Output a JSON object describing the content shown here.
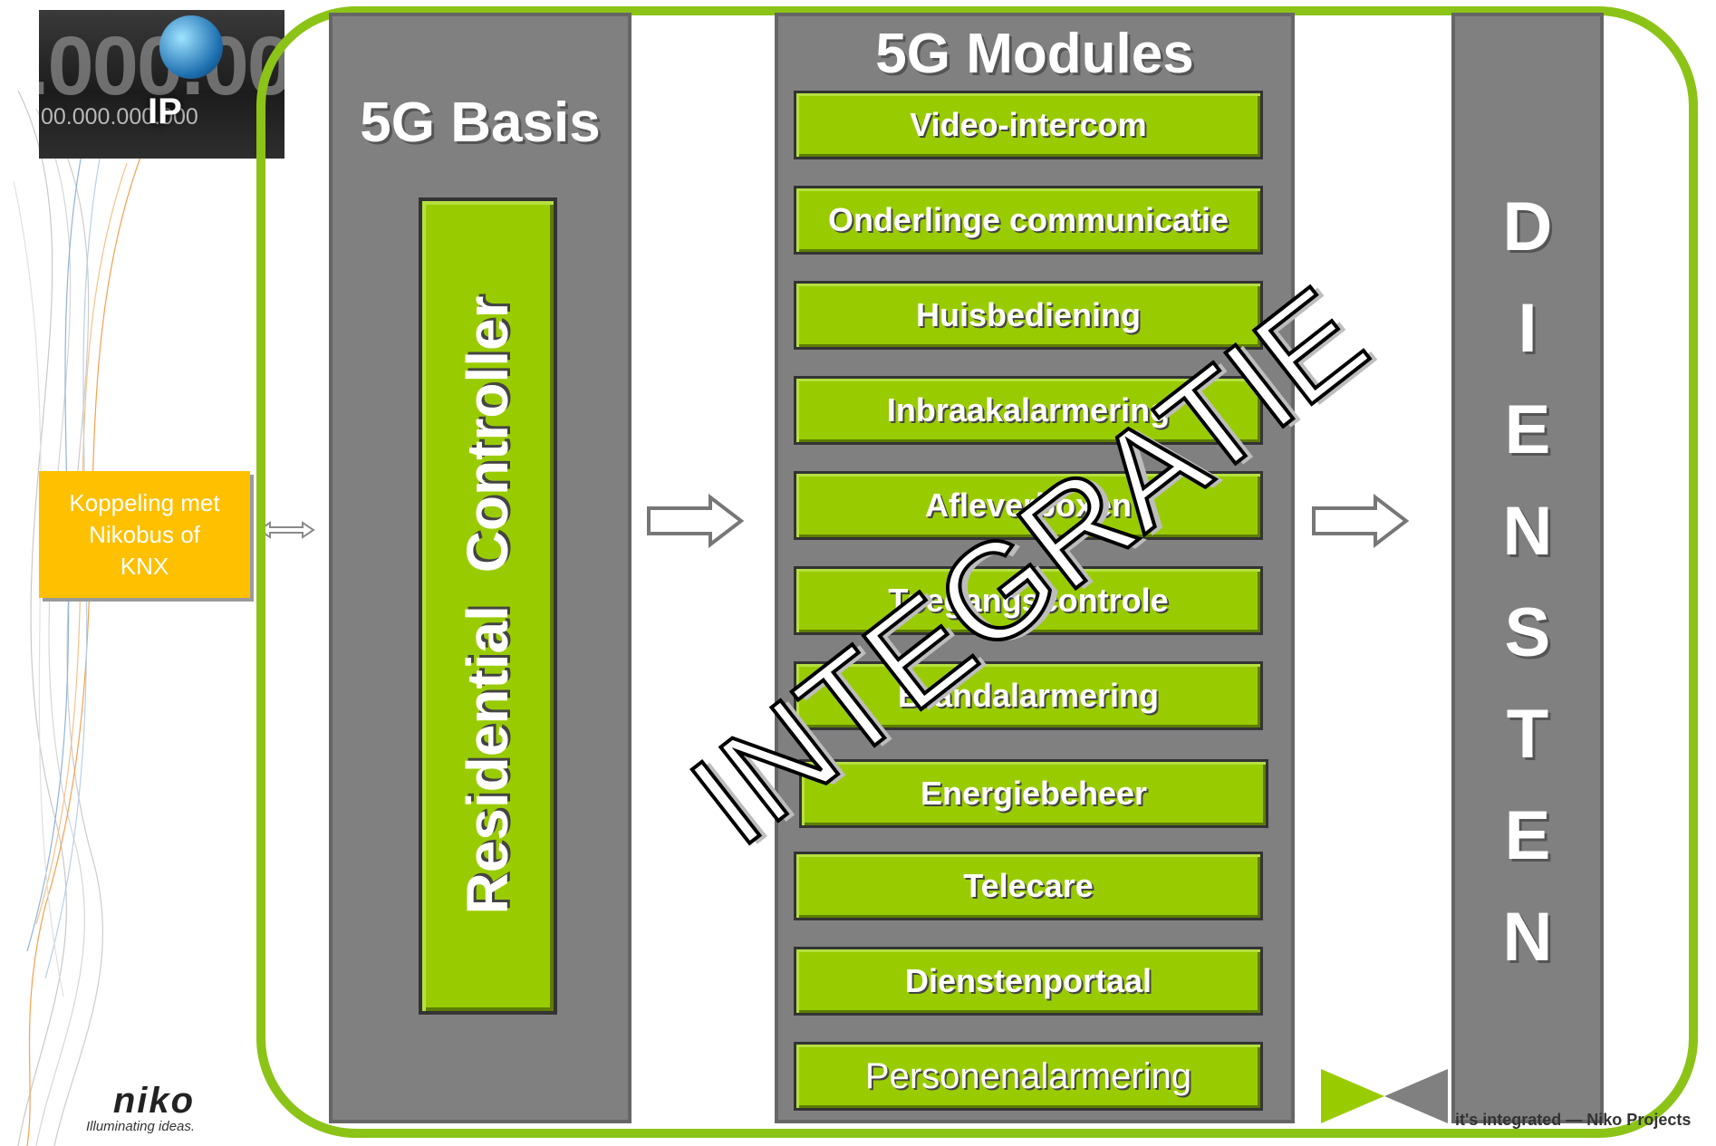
{
  "ip_tile": {
    "big_text": ".000.00",
    "small_text": "00.000.000.000",
    "label": "IP"
  },
  "koppeling": {
    "line1": "Koppeling met",
    "line2": "Nikobus of",
    "line3": "KNX"
  },
  "basis": {
    "title": "5G Basis",
    "controller": "Residential Controller"
  },
  "modules": {
    "title": "5G Modules",
    "items": [
      "Video-intercom",
      "Onderlinge communicatie",
      "Huisbediening",
      "Inbraakalarmering",
      "Afleverboxen",
      "Toegangscontrole",
      "Brandalarmering",
      "Energiebeheer",
      "Telecare",
      "Dienstenportaal",
      "Personenalarmering"
    ]
  },
  "diensten": {
    "letters": [
      "D",
      "I",
      "E",
      "N",
      "S",
      "T",
      "E",
      "N"
    ]
  },
  "overlay": {
    "text": "INTEGRATIE"
  },
  "logos": {
    "niko_name": "niko",
    "niko_tagline": "Illuminating ideas.",
    "projects": "it's integrated — Niko Projects"
  },
  "colors": {
    "green": "#99cc00",
    "frame_green": "#8cc317",
    "column_gray": "#808080",
    "orange": "#ffc000"
  }
}
